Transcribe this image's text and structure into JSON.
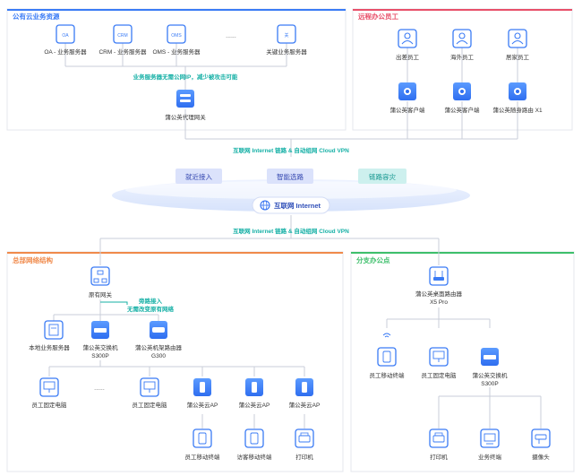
{
  "sections": {
    "public_cloud": {
      "title": "公有云业务资源"
    },
    "remote": {
      "title": "远程办公员工"
    },
    "hq": {
      "title": "总部网络结构"
    },
    "branch": {
      "title": "分支办公点"
    }
  },
  "public_cloud": {
    "servers": [
      {
        "icon_text": "OA",
        "label": "OA - 业务服务器"
      },
      {
        "icon_text": "CRM",
        "label": "CRM - 业务服务器"
      },
      {
        "icon_text": "OMS",
        "label": "OMS - 业务服务器"
      },
      {
        "icon_text": "",
        "label": "......"
      },
      {
        "icon_text": "关",
        "label": "关键业务服务器"
      }
    ],
    "note": "业务服务器无需公网IP，减少被攻击可能",
    "gateway_label": "蒲公英代理网关"
  },
  "remote": {
    "people": [
      "出差员工",
      "海外员工",
      "居家员工"
    ],
    "clients": [
      "蒲公英客户端",
      "蒲公英客户端",
      "蒲公英随身路由 X1"
    ]
  },
  "internet": {
    "link_label_top": "互联网 Internet 链路 & 自动组网 Cloud VPN",
    "link_label_bottom": "互联网 Internet 链路 & 自动组网 Cloud VPN",
    "features": [
      "就近接入",
      "智能选路",
      "链路容灾"
    ],
    "center_label": "互联网 Internet"
  },
  "hq": {
    "gateway_label": "原有网关",
    "bypass_note_1": "旁路接入",
    "bypass_note_2": "无需改变原有网络",
    "local_server": "本地业务服务器",
    "switch_label_1": "蒲公英交换机",
    "switch_label_2": "S300P",
    "router_label_1": "蒲公英机架路由器",
    "router_label_2": "G300",
    "pc1": "员工固定电脑",
    "dots": "......",
    "pc2": "员工固定电脑",
    "ap1": "蒲公英云AP",
    "ap2": "蒲公英云AP",
    "ap3": "蒲公英云AP",
    "mobile1": "员工移动终端",
    "mobile2": "访客移动终端",
    "printer": "打印机"
  },
  "branch": {
    "router_label_1": "蒲公英桌面路由器",
    "router_label_2": "X5 Pro",
    "mobile": "员工移动终端",
    "pc": "员工固定电脑",
    "switch_label_1": "蒲公英交换机",
    "switch_label_2": "S300P",
    "printer": "打印机",
    "terminal": "业务终端",
    "camera": "摄像头"
  },
  "colors": {
    "blue": "#3a7bf5",
    "teal": "#16b0a6",
    "pink": "#e8506a",
    "orange": "#f08a4b",
    "green": "#3dbf6b",
    "line": "#c9ced8",
    "text": "#333333"
  }
}
